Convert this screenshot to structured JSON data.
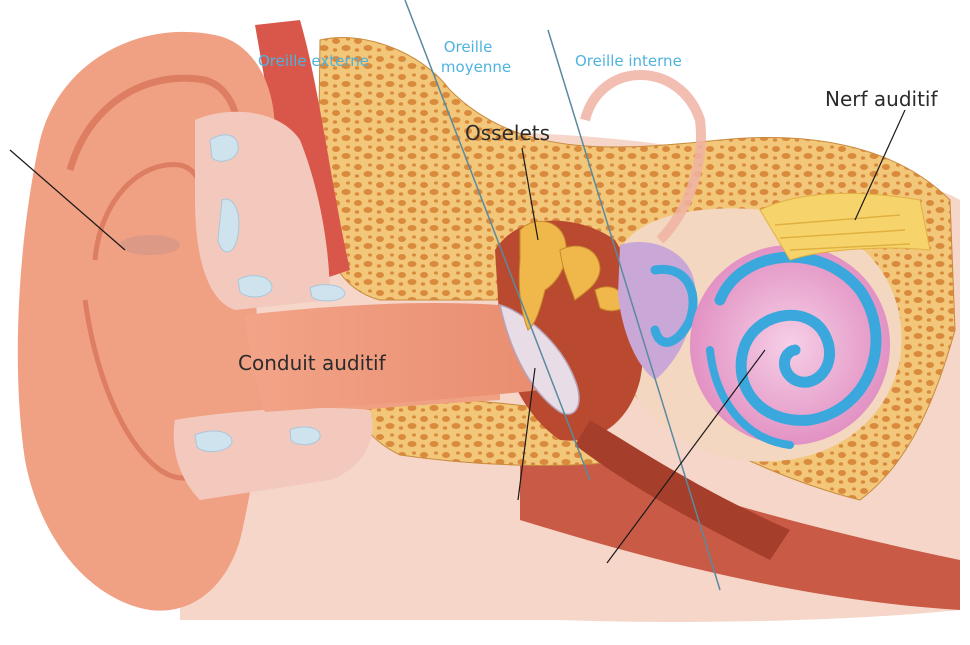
{
  "diagram": {
    "labels": {
      "outer_ear": "Oreille externe",
      "middle_ear_line1": "Oreille",
      "middle_ear_line2": "moyenne",
      "inner_ear": "Oreille interne",
      "ossicles": "Osselets",
      "auditory_nerve": "Nerf auditif",
      "ear_canal": "Conduit auditif"
    },
    "colors": {
      "skin": "#f0a184",
      "skin_light": "#f7c4ae",
      "skin_dark": "#dd7e62",
      "cartilage": "#f3c9bd",
      "cartilage_spot": "#cfe3ef",
      "bone": "#f2c77a",
      "bone_pore": "#d98a3c",
      "middle_ear_cavity": "#b94a30",
      "ossicle": "#f0b74a",
      "eardrum": "#e8dde6",
      "cochlea": "#e9a3cf",
      "cochlea_channel": "#3aa8dc",
      "vestibule": "#c9a8d8",
      "nerve": "#f7d46b",
      "region_label": "#4fb3df",
      "leader_line": "#1a1a1a"
    }
  }
}
